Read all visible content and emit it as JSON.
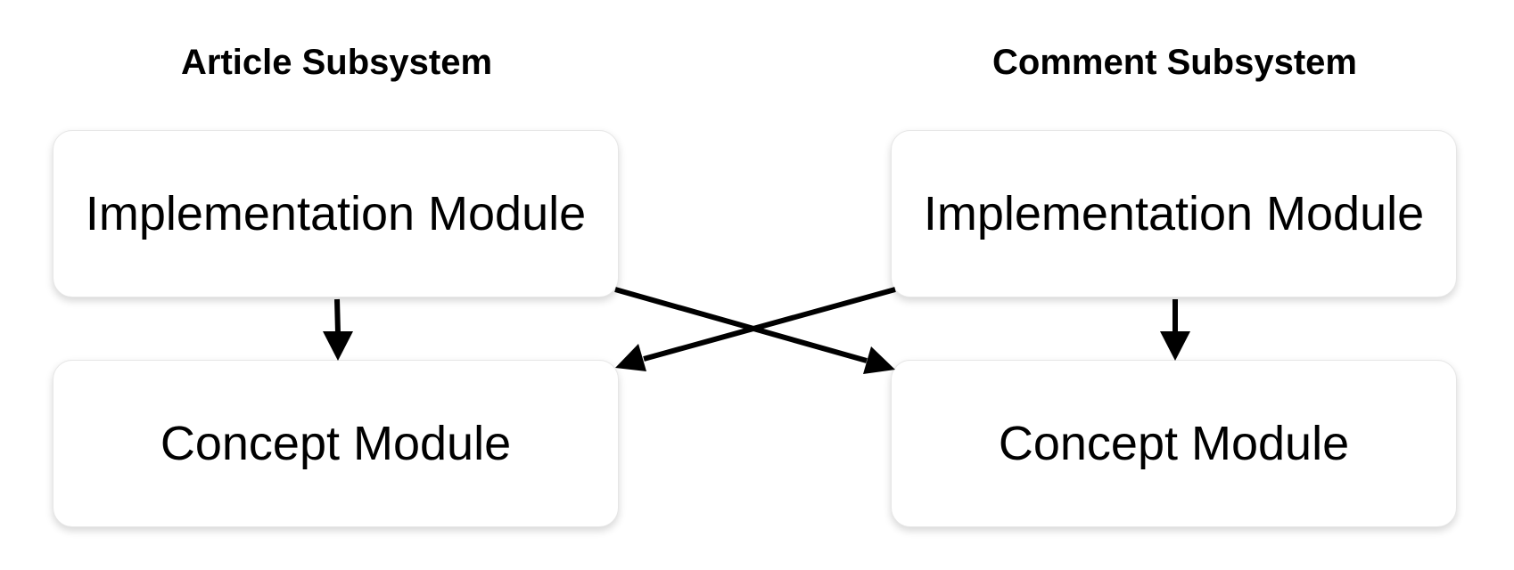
{
  "subsystems": {
    "left": {
      "title": "Article Subsystem",
      "implementation_label": "Implementation Module",
      "concept_label": "Concept Module"
    },
    "right": {
      "title": "Comment Subsystem",
      "implementation_label": "Implementation Module",
      "concept_label": "Concept Module"
    }
  },
  "edges": [
    {
      "from": "Article Subsystem / Implementation Module",
      "to": "Article Subsystem / Concept Module"
    },
    {
      "from": "Comment Subsystem / Implementation Module",
      "to": "Comment Subsystem / Concept Module"
    },
    {
      "from": "Article Subsystem / Implementation Module",
      "to": "Comment Subsystem / Concept Module"
    },
    {
      "from": "Comment Subsystem / Implementation Module",
      "to": "Article Subsystem / Concept Module"
    }
  ],
  "colors": {
    "arrow": "#000000",
    "box_border": "#e6e6e6",
    "background": "#ffffff"
  }
}
